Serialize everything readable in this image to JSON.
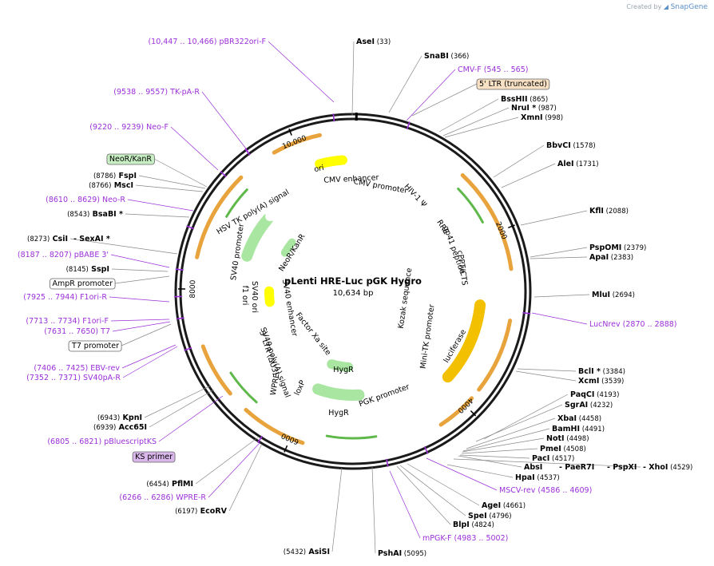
{
  "credit": {
    "prefix": "Created by",
    "brand": "SnapGene"
  },
  "plasmid": {
    "name": "pLenti HRE-Luc pGK Hygro",
    "size": "10,634 bp",
    "length": 10634
  },
  "colors": {
    "primer": "#9b30d9",
    "enzyme": "#000000",
    "orange_feature": "#e8a33c",
    "green_feature": "#5eb84a",
    "yellow_feature": "#ffd700"
  },
  "ring_ticks": [
    "10,000",
    "2000",
    "4000",
    "6000",
    "8000"
  ],
  "labels": [
    {
      "kind": "primer",
      "coord": "(10,447 .. 10,466)",
      "name": "pBR322ori-F"
    },
    {
      "kind": "enzyme",
      "name": "AseI",
      "coord": "(33)"
    },
    {
      "kind": "enzyme",
      "name": "SnaBI",
      "coord": "(366)"
    },
    {
      "kind": "primer",
      "name": "CMV-F",
      "coord": "(545 .. 565)"
    },
    {
      "kind": "feature",
      "name": "5' LTR (truncated)"
    },
    {
      "kind": "enzyme",
      "name": "BssHII",
      "coord": "(865)"
    },
    {
      "kind": "enzyme",
      "name": "NruI *",
      "coord": "(987)"
    },
    {
      "kind": "enzyme",
      "name": "XmnI",
      "coord": "(998)"
    },
    {
      "kind": "primer",
      "coord": "(9538 .. 9557)",
      "name": "TK-pA-R"
    },
    {
      "kind": "primer",
      "coord": "(9220 .. 9239)",
      "name": "Neo-F"
    },
    {
      "kind": "enzyme",
      "name": "BbvCI",
      "coord": "(1578)"
    },
    {
      "kind": "enzyme",
      "name": "AleI",
      "coord": "(1731)"
    },
    {
      "kind": "feature",
      "name": "NeoR/KanR"
    },
    {
      "kind": "enzyme",
      "coord": "(8786)",
      "name": "FspI"
    },
    {
      "kind": "enzyme",
      "coord": "(8766)",
      "name": "MscI"
    },
    {
      "kind": "primer",
      "coord": "(8610 .. 8629)",
      "name": "Neo-R"
    },
    {
      "kind": "enzyme",
      "coord": "(8543)",
      "name": "BsaBI *"
    },
    {
      "kind": "enzyme",
      "name": "KflI",
      "coord": "(2088)"
    },
    {
      "kind": "enzyme",
      "coord": "(8273)",
      "name": "CsiI"
    },
    {
      "kind": "enzyme",
      "name": "- SexAI *"
    },
    {
      "kind": "enzyme",
      "name": "PspOMI",
      "coord": "(2379)"
    },
    {
      "kind": "enzyme",
      "name": "ApaI",
      "coord": "(2383)"
    },
    {
      "kind": "primer",
      "coord": "(8187 .. 8207)",
      "name": "pBABE 3'"
    },
    {
      "kind": "enzyme",
      "coord": "(8145)",
      "name": "SspI"
    },
    {
      "kind": "feature",
      "name": "AmpR promoter"
    },
    {
      "kind": "enzyme",
      "name": "MluI",
      "coord": "(2694)"
    },
    {
      "kind": "primer",
      "coord": "(7925 .. 7944)",
      "name": "F1ori-R"
    },
    {
      "kind": "primer",
      "name": "LucNrev",
      "coord": "(2870 .. 2888)"
    },
    {
      "kind": "primer",
      "coord": "(7713 .. 7734)",
      "name": "F1ori-F"
    },
    {
      "kind": "primer",
      "coord": "(7631 .. 7650)",
      "name": "T7"
    },
    {
      "kind": "feature",
      "name": "T7 promoter"
    },
    {
      "kind": "enzyme",
      "name": "BclI *",
      "coord": "(3384)"
    },
    {
      "kind": "enzyme",
      "name": "XcmI",
      "coord": "(3539)"
    },
    {
      "kind": "primer",
      "coord": "(7406 .. 7425)",
      "name": "EBV-rev"
    },
    {
      "kind": "primer",
      "coord": "(7352 .. 7371)",
      "name": "SV40pA-R"
    },
    {
      "kind": "enzyme",
      "name": "PaqCI",
      "coord": "(4193)"
    },
    {
      "kind": "enzyme",
      "name": "SgrAI",
      "coord": "(4232)"
    },
    {
      "kind": "enzyme",
      "name": "XbaI",
      "coord": "(4458)"
    },
    {
      "kind": "enzyme",
      "name": "BamHI",
      "coord": "(4491)"
    },
    {
      "kind": "enzyme",
      "coord": "(6943)",
      "name": "KpnI"
    },
    {
      "kind": "enzyme",
      "coord": "(6939)",
      "name": "Acc65I"
    },
    {
      "kind": "enzyme",
      "name": "NotI",
      "coord": "(4498)"
    },
    {
      "kind": "primer",
      "coord": "(6805 .. 6821)",
      "name": "pBluescriptKS"
    },
    {
      "kind": "enzyme",
      "name": "PmeI",
      "coord": "(4508)"
    },
    {
      "kind": "enzyme",
      "name": "PacI",
      "coord": "(4517)"
    },
    {
      "kind": "feature",
      "name": "KS primer"
    },
    {
      "kind": "enzyme",
      "name": "AbsI"
    },
    {
      "kind": "enzyme",
      "name": "- PaeR7I"
    },
    {
      "kind": "enzyme",
      "name": "- PspXI"
    },
    {
      "kind": "enzyme",
      "name": "- XhoI",
      "coord": "(4529)"
    },
    {
      "kind": "enzyme",
      "name": "HpaI",
      "coord": "(4537)"
    },
    {
      "kind": "enzyme",
      "coord": "(6454)",
      "name": "PflMI"
    },
    {
      "kind": "primer",
      "name": "MSCV-rev",
      "coord": "(4586 .. 4609)"
    },
    {
      "kind": "primer",
      "coord": "(6266 .. 6286)",
      "name": "WPRE-R"
    },
    {
      "kind": "enzyme",
      "name": "AgeI",
      "coord": "(4661)"
    },
    {
      "kind": "enzyme",
      "coord": "(6197)",
      "name": "EcoRV"
    },
    {
      "kind": "enzyme",
      "name": "SpeI",
      "coord": "(4796)"
    },
    {
      "kind": "enzyme",
      "name": "BlpI",
      "coord": "(4824)"
    },
    {
      "kind": "primer",
      "name": "mPGK-F",
      "coord": "(4983 .. 5002)"
    },
    {
      "kind": "enzyme",
      "coord": "(5432)",
      "name": "AsiSI"
    },
    {
      "kind": "enzyme",
      "name": "PshAI",
      "coord": "(5095)"
    }
  ],
  "inner_features": [
    "ori",
    "CMV enhancer",
    "CMV promoter",
    "HIV-1 Ψ",
    "RRE",
    "gp41 peptide",
    "cPPT/CTS",
    "Kozak sequence",
    "Mini-TK promoter",
    "luciferase",
    "PGK promoter",
    "HygR",
    "HygR",
    "loxP",
    "WPRE",
    "SV40 poly(A) signal",
    "3' LTR (ΔU3)",
    "Factor Xa site",
    "SV40 enhancer",
    "SV40 ori",
    "f1 ori",
    "SV40 promoter",
    "NeoR/KanR",
    "HSV TK poly(A) signal"
  ]
}
